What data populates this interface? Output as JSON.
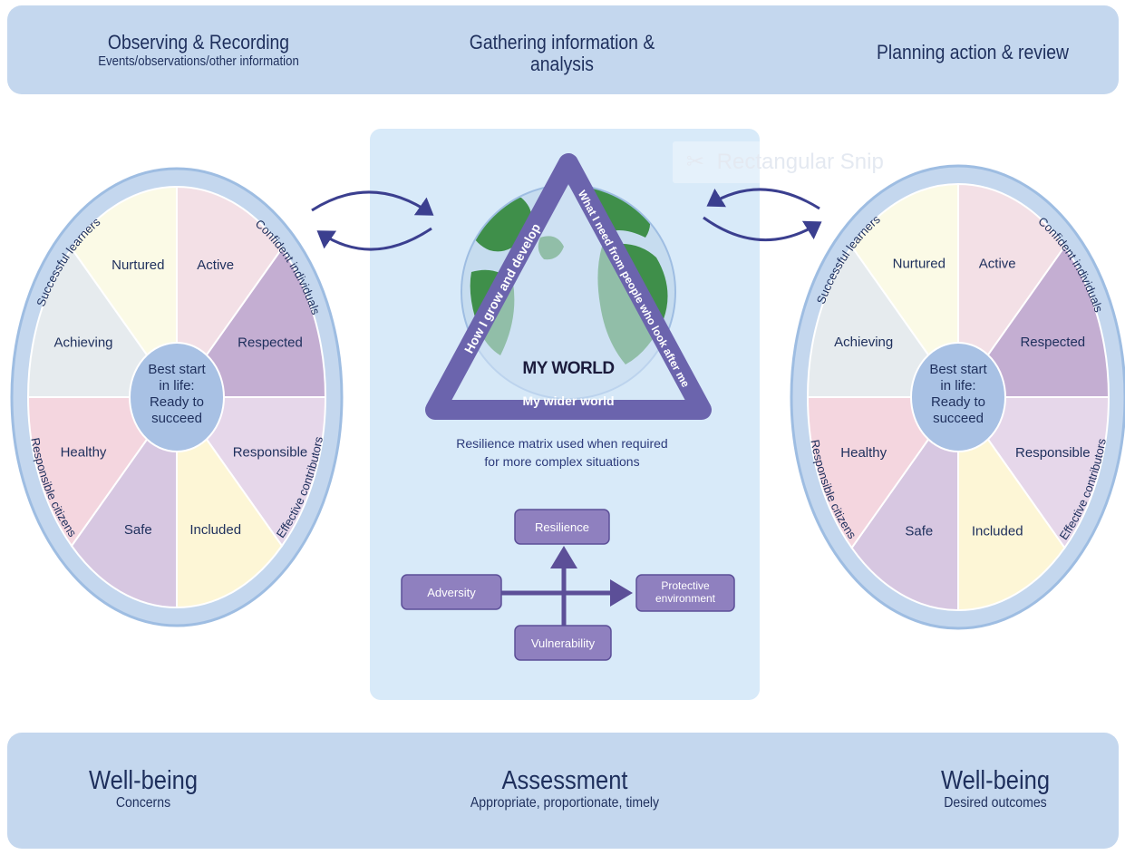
{
  "header": {
    "left_title": "Observing & Recording",
    "left_subtitle": "Events/observations/other information",
    "center_title_line1": "Gathering information &",
    "center_title_line2": "analysis",
    "right_title": "Planning action & review"
  },
  "footer": {
    "left_title": "Well-being",
    "left_subtitle": "Concerns",
    "center_title": "Assessment",
    "center_subtitle": "Appropriate, proportionate, timely",
    "right_title": "Well-being",
    "right_subtitle": "Desired outcomes"
  },
  "wheel": {
    "segments": [
      "Active",
      "Respected",
      "Responsible",
      "Included",
      "Safe",
      "Healthy",
      "Achieving",
      "Nurtured"
    ],
    "segment_colors": [
      "#f3e0e6",
      "#c4aed2",
      "#e6d7ea",
      "#fdf6d6",
      "#d7c7e1",
      "#f4d6df",
      "#e6ebee",
      "#fbfae6"
    ],
    "center_lines": [
      "Best start",
      "in life:",
      "Ready to",
      "succeed"
    ],
    "ring_labels": [
      "Successful learners",
      "Confident individuals",
      "Effective contributors",
      "Responsible citizens"
    ]
  },
  "my_world": {
    "title": "MY WORLD",
    "left_side": "How I grow and develop",
    "right_side": "What I need from people who look after me",
    "bottom_side": "My wider world",
    "caption_line1": "Resilience matrix used when required",
    "caption_line2": "for more complex situations"
  },
  "matrix": {
    "top": "Resilience",
    "left": "Adversity",
    "right_line1": "Protective",
    "right_line2": "environment",
    "bottom": "Vulnerability"
  },
  "overlay": {
    "snip_label": "Rectangular Snip",
    "snip_icon": "scissors-icon"
  },
  "colors": {
    "band": "#c4d7ee",
    "panel": "#d8eaf9",
    "navy": "#3b3f8f",
    "triangle": "#6b64ad",
    "matrix_box": "#8f80bf",
    "globe_ocean": "#c6dcef",
    "globe_land": "#3f8f4a",
    "ring": "#b4cdea"
  }
}
